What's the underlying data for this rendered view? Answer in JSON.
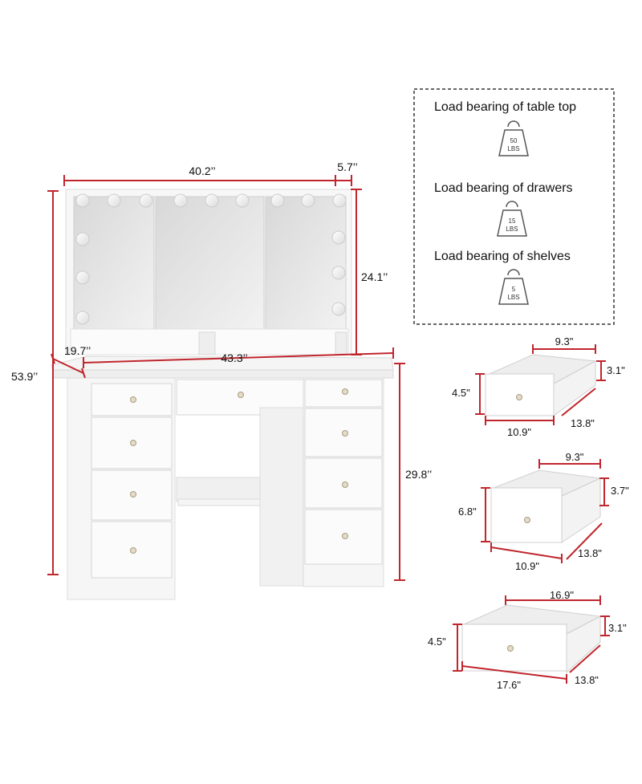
{
  "vanity": {
    "dimensions": {
      "mirror_width": "40.2’’",
      "side_depth": "5.7’’",
      "mirror_height": "24.1’’",
      "total_height": "53.9’’",
      "depth": "19.7’’",
      "table_width": "43.3’’",
      "table_height": "29.8’’"
    }
  },
  "load_box": {
    "items": [
      {
        "label": "Load bearing of table top",
        "weight_value": "50",
        "weight_unit": "LBS",
        "icon": "weight-icon"
      },
      {
        "label": "Load bearing of drawers",
        "weight_value": "15",
        "weight_unit": "LBS",
        "icon": "weight-icon"
      },
      {
        "label": "Load bearing of shelves",
        "weight_value": "5",
        "weight_unit": "LBS",
        "icon": "weight-icon"
      }
    ]
  },
  "drawers": [
    {
      "top_width": "9.3\"",
      "right_height": "3.1\"",
      "front_height": "4.5\"",
      "front_width": "10.9\"",
      "depth": "13.8\""
    },
    {
      "top_width": "9.3\"",
      "right_height": "3.7\"",
      "front_height": "6.8\"",
      "front_width": "10.9\"",
      "depth": "13.8\""
    },
    {
      "top_width": "16.9\"",
      "right_height": "3.1\"",
      "front_height": "4.5\"",
      "front_width": "17.6\"",
      "depth": "13.8\""
    }
  ],
  "colors": {
    "dimension_line": "#c0262d",
    "furniture": "#f4f4f4",
    "mirror": "#e9e9e9"
  }
}
